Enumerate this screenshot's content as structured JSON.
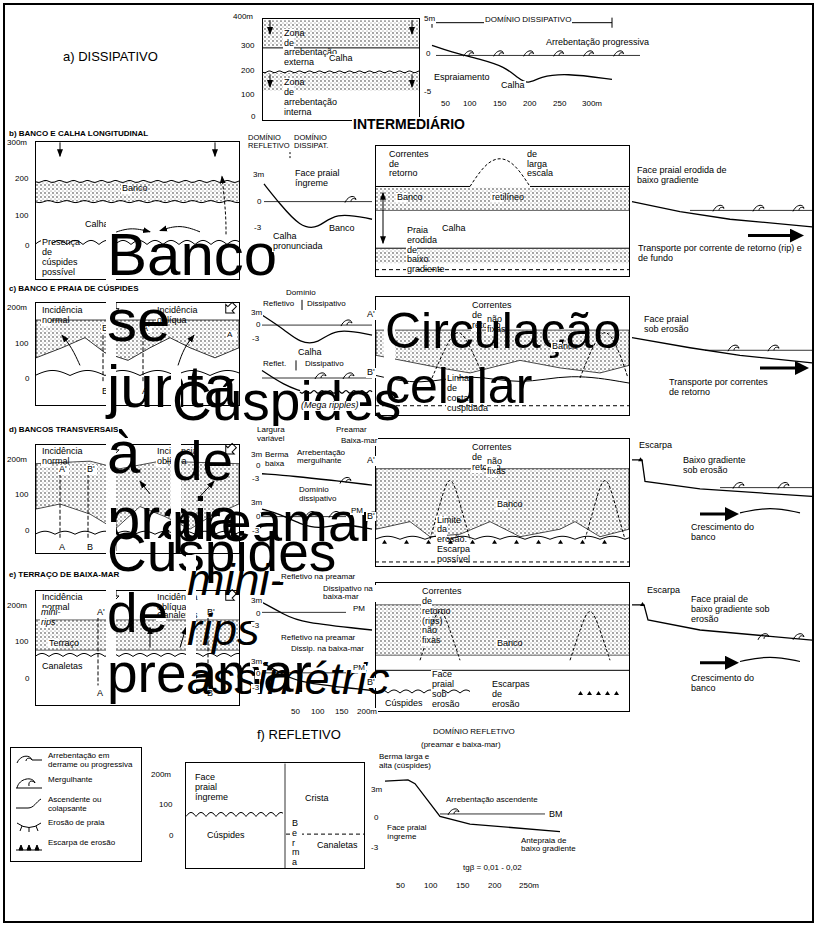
{
  "diagram": {
    "nodes": [
      {
        "text": [
          "Zona de arrebentação externa",
          "Calha",
          "Zona de arrebentação interna"
        ]
      },
      {
        "text": [
          "Banco",
          "Calha",
          "Presença de cúspides possível"
        ]
      },
      {
        "text": [
          "Correntes de retorno",
          "de larga escala",
          "Banco",
          "retilíneo",
          "Calha",
          "Praia erodida de baixo gradiente"
        ]
      },
      {
        "text": [
          "Incidência normal",
          "Incidência oblíqua",
          "B'",
          "A'",
          "A",
          "B",
          "A"
        ]
      },
      {
        "text": [
          "Correntes de retorno",
          "não fixas",
          "Circulação celular",
          "Banco",
          "Linha de costa cuspidada"
        ]
      },
      {
        "text": [
          "Incidência normal",
          "Incidência oblíqua",
          "A'",
          "B'",
          "A",
          "B",
          "Banco se junta à praia",
          "Cúspides de preamar"
        ]
      },
      {
        "text": [
          "Correntes de retorno",
          "não fixas",
          "Banco",
          "Limite da erosão. Escarpa possível"
        ]
      },
      {
        "text": [
          "Incidência normal",
          "Incidência oblíqua",
          "mini-rips",
          "Canaletas",
          "A'",
          "B'",
          "Terraço",
          "Canaletas",
          "Cúspides de preamar",
          "A",
          "B",
          "mini-rips assimétric"
        ]
      },
      {
        "text": [
          "Correntes de retorno (rips) não fixas",
          "Banco",
          "Face praial sob erosão",
          "Cúspides",
          "Escarpas de erosão"
        ]
      },
      {
        "text": [
          "Face praial íngreme",
          "Crista",
          "B e r m a",
          "Cúspides",
          "Canaletas"
        ]
      }
    ],
    "labels": [
      "a) DISSIPATIVO",
      "400m",
      "300",
      "200",
      "100",
      "0",
      "5m",
      "0",
      "-5",
      "DOMÍNIO DISSIPATIVO",
      "Arrebentação progressiva",
      "Espraiamento",
      "Calha",
      "50",
      "100",
      "150",
      "200",
      "250",
      "300m",
      "INTERMEDIÁRIO",
      "b) BANCO E CALHA LONGITUDINAL",
      "300m",
      "200",
      "100",
      "0",
      "DOMÍNIO REFLETIVO",
      "DOMÍNIO DISSIPAT.",
      "3m",
      "0",
      "-3",
      "Face praial íngreme",
      "Calha pronunciada",
      "Banco",
      "Face praial erodida de baixo gradiente",
      "Transporte por corrente de retorno (rip) e de fundo",
      "c) BANCO E PRAIA DE CÚSPIDES",
      "200m",
      "100",
      "0",
      "Domínio",
      "Refletivo",
      "Dissipativo",
      "3m",
      "0",
      "-3",
      "Calha",
      "A'",
      "Reflet.",
      "Dissipativo",
      "(Mega ripples)",
      "B'",
      "Face praial sob erosão",
      "Transporte por correntes de retorno",
      "d) BANCOS TRANSVERSAIS",
      "200m",
      "100",
      "0",
      "Largura variável",
      "Preamar",
      "Baixa-mar",
      "3m",
      "0",
      "-3",
      "Berma baixa",
      "Arrebentação mergulhante",
      "A'",
      "Domínio dissipativo",
      "3m",
      "0",
      "-3",
      "PM",
      "B'",
      "Escarpa",
      "Baixo gradiente sob erosão",
      "Crescimento do banco",
      "e) TERRAÇO DE BAIXA-MAR",
      "200m",
      "100",
      "0",
      "Refletivo na preamar",
      "Dissipativo na baixa-mar",
      "3m",
      "0",
      "-3",
      "PM",
      "Refletivo na preamar",
      "Dissip. na baixa-mar",
      "3m",
      "0",
      "-3",
      "PM",
      "B'",
      "50",
      "100",
      "150",
      "200m",
      "Escarpa",
      "Face praial de baixo gradiente sob erosão",
      "Crescimento do banco",
      "f) REFLETIVO",
      "200m",
      "100",
      "0",
      "DOMÍNIO REFLETIVO",
      "(preamar e baixa-mar)",
      "Berma larga e alta (cúspides)",
      "3m",
      "0",
      "-3",
      "Arrebentação ascendente",
      "Face praial íngreme",
      "BM",
      "Antepraia de baixo gradiente",
      "tgβ = 0,01 - 0,02",
      "50",
      "100",
      "150",
      "200",
      "250m"
    ],
    "legend": [
      {
        "text": "Arrebentação em derrame ou progressiva"
      },
      {
        "text": "Mergulhante"
      },
      {
        "text": "Ascendente ou colapsante"
      },
      {
        "text": "Erosão de praia"
      },
      {
        "text": "Escarpa de erosão"
      }
    ]
  }
}
